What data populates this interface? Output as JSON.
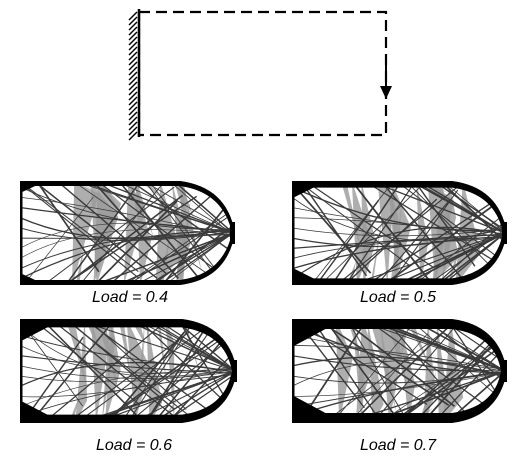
{
  "colors": {
    "ink": "#000000",
    "web": "#3a3a3a",
    "gray_web": "#9a9a9a",
    "background": "#ffffff"
  },
  "problem_setup": {
    "support": "fixed-wall-hatched",
    "domain": "dashed-rectangle",
    "load": "downward-arrow-at-right-edge"
  },
  "panels": [
    {
      "id": "p1",
      "caption": "Load = 0.4",
      "load": 0.4
    },
    {
      "id": "p2",
      "caption": "Load = 0.5",
      "load": 0.5
    },
    {
      "id": "p3",
      "caption": "Load = 0.6",
      "load": 0.6
    },
    {
      "id": "p4",
      "caption": "Load = 0.7",
      "load": 0.7
    }
  ]
}
